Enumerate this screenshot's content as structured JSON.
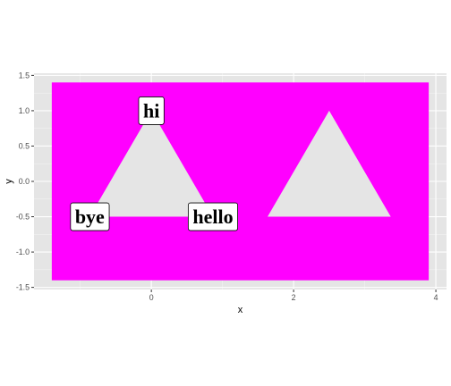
{
  "chart_data": {
    "type": "polygon",
    "xlabel": "x",
    "ylabel": "y",
    "xlim": [
      -1.65,
      4.15
    ],
    "ylim": [
      -1.53,
      1.53
    ],
    "x_ticks": [
      0,
      2,
      4
    ],
    "x_tick_labels": [
      "0",
      "2",
      "4"
    ],
    "y_ticks": [
      -1.5,
      -1.0,
      -0.5,
      0.0,
      0.5,
      1.0,
      1.5
    ],
    "y_tick_labels": [
      "-1.5",
      "-1.0",
      "-0.5",
      "0.0",
      "0.5",
      "1.0",
      "1.5"
    ],
    "grid": true,
    "legend": "none",
    "panel_background": "#E5E5E5",
    "background_rect": {
      "xmin": -1.4,
      "xmax": 3.9,
      "ymin": -1.4,
      "ymax": 1.4,
      "color": "#FF00FF"
    },
    "triangles": [
      {
        "points": [
          [
            -0.866,
            -0.5
          ],
          [
            0.866,
            -0.5
          ],
          [
            0.0,
            1.0
          ]
        ],
        "color": "#E5E5E5"
      },
      {
        "points": [
          [
            1.634,
            -0.5
          ],
          [
            3.366,
            -0.5
          ],
          [
            2.5,
            1.0
          ]
        ],
        "color": "#E5E5E5"
      }
    ],
    "labels": [
      {
        "text": "hi",
        "x": 0.0,
        "y": 1.0
      },
      {
        "text": "bye",
        "x": -0.866,
        "y": -0.5
      },
      {
        "text": "hello",
        "x": 0.866,
        "y": -0.5
      }
    ]
  }
}
